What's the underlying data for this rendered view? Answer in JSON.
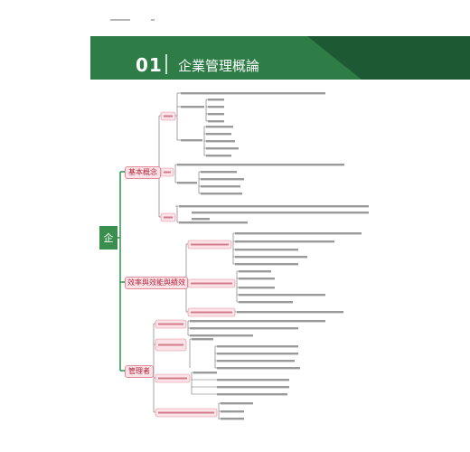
{
  "header": {
    "number": "01",
    "title": "企業管理概論"
  },
  "mindmap": {
    "root": "企",
    "branches": [
      {
        "label": "基本概念"
      },
      {
        "label": "效率與效能與績效"
      },
      {
        "label": "管理者"
      }
    ]
  },
  "colors": {
    "header_green": "#2f7d46",
    "header_dark": "#1d5a33",
    "spine": "#3a9a5a",
    "connector": "#6b6b6b",
    "node_fill": "#fbe3e8",
    "node_border": "#e08a9a",
    "node_text": "#b3263d",
    "text_line": "#9a9a9a"
  }
}
